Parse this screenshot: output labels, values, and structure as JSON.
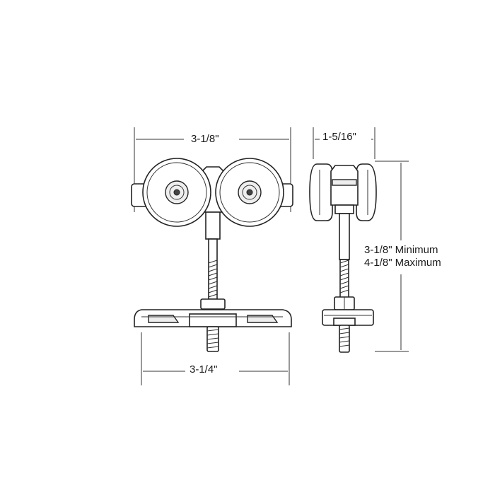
{
  "figure": {
    "front_view": {
      "top_width": "3-1/8\"",
      "bottom_width": "3-1/4\""
    },
    "side_view": {
      "width": "1-5/16\"",
      "height_minimum": "3-1/8\" Minimum",
      "height_maximum": "4-1/8\" Maximum"
    }
  }
}
